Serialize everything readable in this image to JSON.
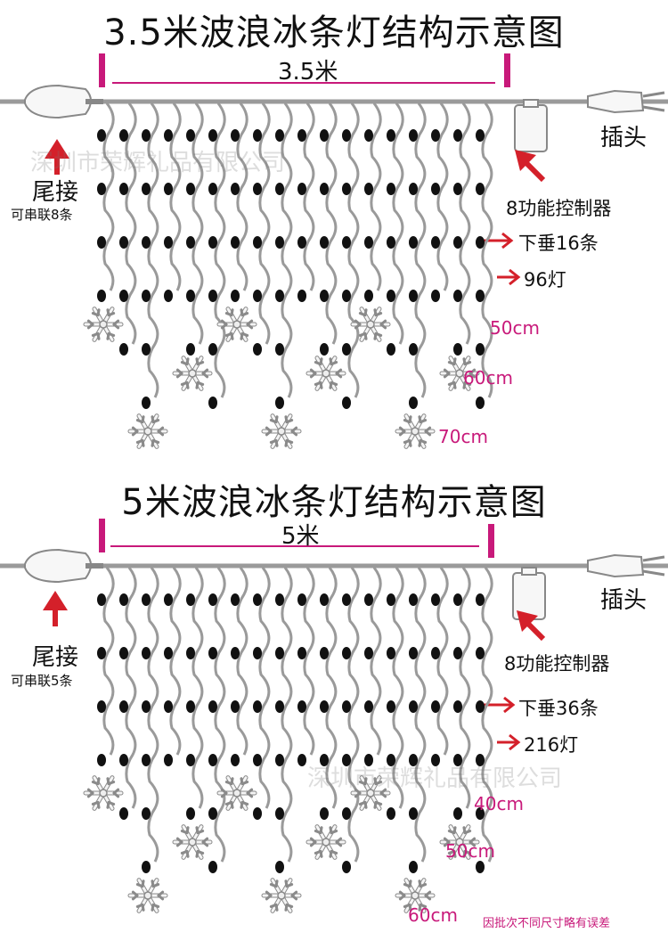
{
  "sections": [
    {
      "title": "3.5米波浪冰条灯结构示意图",
      "width_label": "3.5米",
      "plug_label": "插头",
      "tail_label": "尾接",
      "tail_note": "可串联8条",
      "controller_label": "8功能控制器",
      "drop_label": "下垂16条",
      "lights_label": "96灯",
      "lengths": [
        "50cm",
        "60cm",
        "70cm"
      ],
      "watermark": "深圳市荣辉礼品有限公司"
    },
    {
      "title": "5米波浪冰条灯结构示意图",
      "width_label": "5米",
      "plug_label": "插头",
      "tail_label": "尾接",
      "tail_note": "可串联5条",
      "controller_label": "8功能控制器",
      "drop_label": "下垂36条",
      "lights_label": "216灯",
      "lengths": [
        "40cm",
        "50cm",
        "60cm"
      ],
      "watermark": "深圳市荣辉礼品有限公司"
    }
  ],
  "footer_note": "因批次不同尺寸略有误差",
  "colors": {
    "accent": "#c8197a",
    "arrow": "#d4202a",
    "wire": "#9a9a9a",
    "bulb": "#111111"
  }
}
